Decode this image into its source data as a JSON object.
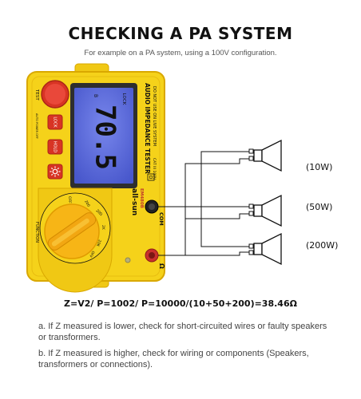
{
  "heading": {
    "title": "CHECKING A PA SYSTEM",
    "subtitle": "For example on a PA system, using a 100V configuration."
  },
  "device": {
    "brand": "all-sun",
    "model": "EM480B",
    "panel_title": "AUDIO IMPEDANCE TESTER",
    "warning": "DO NOT USE ON LIVE SYSTEM",
    "cat_rating": "CAT III 100V",
    "display_value": "70.5",
    "display_lock": "LOCK",
    "buttons": {
      "test": "TEST",
      "lock": "LOCK",
      "hold": "HOLD"
    },
    "auto_power_off": "AUTO POWER OFF",
    "function_label": "FUNCTION",
    "dial_positions": [
      "OFF",
      "200",
      "20Ω",
      "2K",
      "20K",
      "OFF"
    ],
    "com_label": "COM",
    "ohm_label": "Ω",
    "colors": {
      "body": "#f5d21a",
      "body_edge": "#d9a800",
      "lcd": "#5566d8",
      "red_button": "#e43b2a"
    }
  },
  "speakers": [
    {
      "label": "(10W)"
    },
    {
      "label": "(50W)"
    },
    {
      "label": "(200W)"
    }
  ],
  "formula": "Z=V2/ P=1002/ P=10000/(10+50+200)=38.46Ω",
  "notes": [
    "a. If Z measured is lower, check for short-circuited wires or faulty speakers or transformers.",
    "b. If Z measured is higher, check for wiring or components (Speakers, transformers or connections)."
  ]
}
